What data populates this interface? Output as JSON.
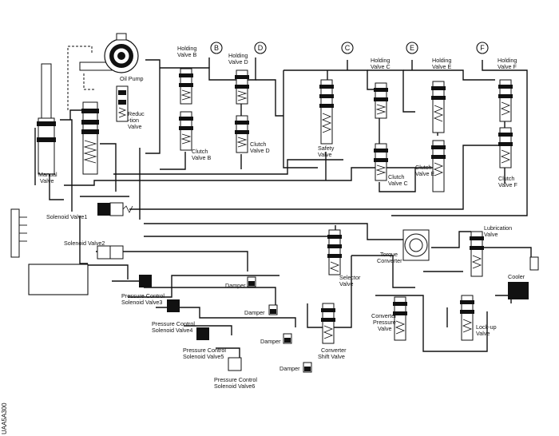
{
  "labels": {
    "oil_pump": "Oil Pump",
    "reduction_valve_1": "Reduc",
    "reduction_valve_2": "-tion",
    "reduction_valve_3": "Valve",
    "holding_b_1": "Holding",
    "holding_b_2": "Valve B",
    "holding_d_1": "Holding",
    "holding_d_2": "Valve D",
    "clutch_b_1": "Clutch",
    "clutch_b_2": "Valve B",
    "clutch_d_1": "Clutch",
    "clutch_d_2": "Valve D",
    "safety_1": "Safety",
    "safety_2": "Valve",
    "holding_c_1": "Holding",
    "holding_c_2": "Valve C",
    "clutch_c_1": "Clutch",
    "clutch_c_2": "Valve C",
    "holding_e_1": "Holding",
    "holding_e_2": "Valve E",
    "clutch_e_1": "Clutch",
    "clutch_e_2": "Valve E",
    "holding_f_1": "Holding",
    "holding_f_2": "Valve F",
    "clutch_f_1": "Clutch",
    "clutch_f_2": "Valve F",
    "manual_1": "Manual",
    "manual_2": "Valve",
    "solenoid_1": "Solenoid Valve1",
    "solenoid_2": "Solenoid Valve2",
    "pcsv3_1": "Pressure Control",
    "pcsv3_2": "Solenoid Valve3",
    "pcsv4_1": "Pressure Control",
    "pcsv4_2": "Solenoid Valve4",
    "pcsv5_1": "Pressure Control",
    "pcsv5_2": "Solenoid Valve5",
    "pcsv6_1": "Pressure Control",
    "pcsv6_2": "Solenoid Valve6",
    "damper_1": "Damper",
    "damper_2": "Damper",
    "damper_3": "Damper",
    "damper_4": "Damper",
    "selector_1": "Selector",
    "selector_2": "Valve",
    "torque_1": "Torque",
    "torque_2": "Converter",
    "ccpv_1": "Converter",
    "ccpv_2": "Pressure",
    "ccpv_3": "Valve",
    "conv_shift_1": "Converter",
    "conv_shift_2": "Shift Valve",
    "lubrication_1": "Lubrication",
    "lubrication_2": "Valve",
    "cooler": "Cooler",
    "lockup_1": "Lock-up",
    "lockup_2": "Valve",
    "image_code": "UAA5A300"
  },
  "circle_markers": [
    "B",
    "D",
    "C",
    "E",
    "F"
  ],
  "colors": {
    "line": "#111111",
    "background": "#ffffff"
  }
}
